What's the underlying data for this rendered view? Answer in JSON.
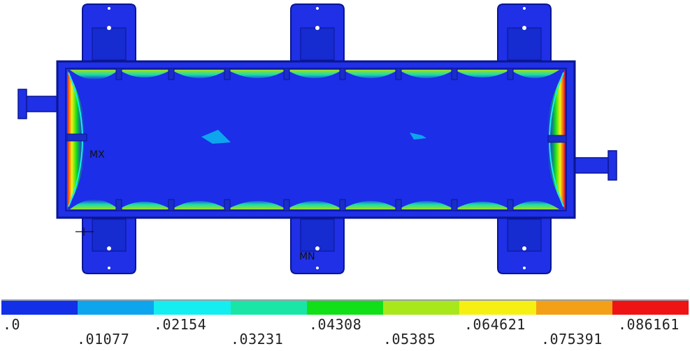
{
  "markers": {
    "max": "MX",
    "min": "MN"
  },
  "legend": {
    "colors": [
      "#1230e8",
      "#0ea5ef",
      "#14eef0",
      "#19e6a6",
      "#11e018",
      "#a8e81a",
      "#f6f012",
      "#f4a016",
      "#ee1414"
    ],
    "labels": [
      ".0",
      ".01077",
      ".02154",
      ".03231",
      ".04308",
      ".05385",
      ".064621",
      ".075391",
      ".086161"
    ]
  },
  "colors": {
    "body": "#1f30e6",
    "body_dark": "#0f1fb8",
    "outline": "#0a1690"
  }
}
